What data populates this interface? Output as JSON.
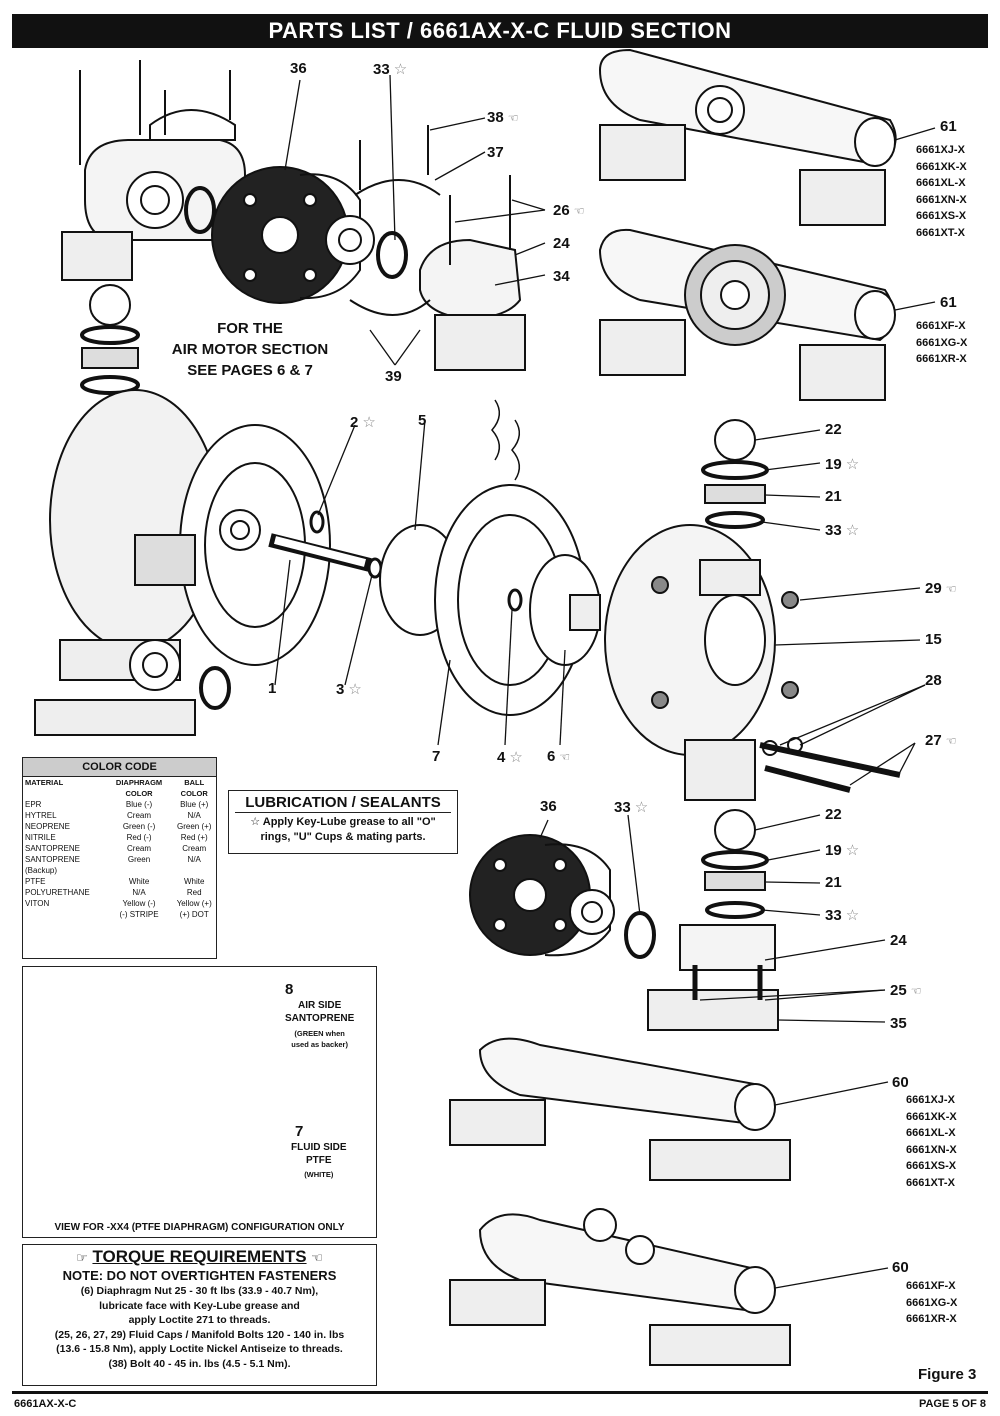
{
  "title": "PARTS LIST / 6661AX-X-C FLUID SECTION",
  "callouts": [
    {
      "id": "36a",
      "num": "36",
      "star": false,
      "tool": false
    },
    {
      "id": "33a",
      "num": "33",
      "star": true,
      "tool": false
    },
    {
      "id": "38",
      "num": "38",
      "star": false,
      "tool": true
    },
    {
      "id": "37",
      "num": "37",
      "star": false,
      "tool": false
    },
    {
      "id": "26",
      "num": "26",
      "star": false,
      "tool": true
    },
    {
      "id": "24a",
      "num": "24",
      "star": false,
      "tool": false
    },
    {
      "id": "34",
      "num": "34",
      "star": false,
      "tool": false
    },
    {
      "id": "39",
      "num": "39",
      "star": false,
      "tool": false
    },
    {
      "id": "61a",
      "num": "61",
      "star": false,
      "tool": false
    },
    {
      "id": "61b",
      "num": "61",
      "star": false,
      "tool": false
    },
    {
      "id": "2",
      "num": "2",
      "star": true,
      "tool": false
    },
    {
      "id": "5",
      "num": "5",
      "star": false,
      "tool": false
    },
    {
      "id": "1",
      "num": "1",
      "star": false,
      "tool": false
    },
    {
      "id": "3",
      "num": "3",
      "star": true,
      "tool": false
    },
    {
      "id": "7a",
      "num": "7",
      "star": false,
      "tool": false
    },
    {
      "id": "4",
      "num": "4",
      "star": true,
      "tool": false
    },
    {
      "id": "6",
      "num": "6",
      "star": false,
      "tool": true
    },
    {
      "id": "22a",
      "num": "22",
      "star": false,
      "tool": false
    },
    {
      "id": "19a",
      "num": "19",
      "star": true,
      "tool": false
    },
    {
      "id": "21a",
      "num": "21",
      "star": false,
      "tool": false
    },
    {
      "id": "33b",
      "num": "33",
      "star": true,
      "tool": false
    },
    {
      "id": "29",
      "num": "29",
      "star": false,
      "tool": true
    },
    {
      "id": "15",
      "num": "15",
      "star": false,
      "tool": false
    },
    {
      "id": "28",
      "num": "28",
      "star": false,
      "tool": false
    },
    {
      "id": "27",
      "num": "27",
      "star": false,
      "tool": true
    },
    {
      "id": "36b",
      "num": "36",
      "star": false,
      "tool": false
    },
    {
      "id": "33c",
      "num": "33",
      "star": true,
      "tool": false
    },
    {
      "id": "22b",
      "num": "22",
      "star": false,
      "tool": false
    },
    {
      "id": "19b",
      "num": "19",
      "star": true,
      "tool": false
    },
    {
      "id": "21b",
      "num": "21",
      "star": false,
      "tool": false
    },
    {
      "id": "33d",
      "num": "33",
      "star": true,
      "tool": false
    },
    {
      "id": "24b",
      "num": "24",
      "star": false,
      "tool": false
    },
    {
      "id": "25",
      "num": "25",
      "star": false,
      "tool": true
    },
    {
      "id": "35",
      "num": "35",
      "star": false,
      "tool": false
    },
    {
      "id": "60a",
      "num": "60",
      "star": false,
      "tool": false
    },
    {
      "id": "60b",
      "num": "60",
      "star": false,
      "tool": false
    },
    {
      "id": "8",
      "num": "8",
      "star": false,
      "tool": false
    },
    {
      "id": "7b",
      "num": "7",
      "star": false,
      "tool": false
    }
  ],
  "model_lists": {
    "top_61a": [
      "6661XJ-X",
      "6661XK-X",
      "6661XL-X",
      "6661XN-X",
      "6661XS-X",
      "6661XT-X"
    ],
    "top_61b": [
      "6661XF-X",
      "6661XG-X",
      "6661XR-X"
    ],
    "bottom_60a": [
      "6661XJ-X",
      "6661XK-X",
      "6661XL-X",
      "6661XN-X",
      "6661XS-X",
      "6661XT-X"
    ],
    "bottom_60b": [
      "6661XF-X",
      "6661XG-X",
      "6661XR-X"
    ]
  },
  "air_motor_note": [
    "FOR THE",
    "AIR MOTOR SECTION",
    "SEE PAGES 6 & 7"
  ],
  "color_code": {
    "title": "COLOR CODE",
    "headers": [
      "MATERIAL",
      "DIAPHRAGM COLOR",
      "BALL COLOR"
    ],
    "rows": [
      [
        "EPR",
        "Blue (-)",
        "Blue (+)"
      ],
      [
        "HYTREL",
        "Cream",
        "N/A"
      ],
      [
        "NEOPRENE",
        "Green (-)",
        "Green (+)"
      ],
      [
        "NITRILE",
        "Red (-)",
        "Red (+)"
      ],
      [
        "SANTOPRENE",
        "Cream",
        "Cream"
      ],
      [
        "SANTOPRENE (Backup)",
        "Green",
        "N/A"
      ],
      [
        "PTFE",
        "White",
        "White"
      ],
      [
        "POLYURETHANE",
        "N/A",
        "Red"
      ],
      [
        "VITON",
        "Yellow (-)",
        "Yellow (+)"
      ],
      [
        "",
        "(-) STRIPE",
        "(+) DOT"
      ]
    ]
  },
  "lubrication": {
    "title": "LUBRICATION / SEALANTS",
    "star": "☆",
    "lines": [
      "Apply Key-Lube grease to all \"O\"",
      "rings, \"U\" Cups & mating parts."
    ]
  },
  "view_box": {
    "air_side": [
      "AIR SIDE",
      "SANTOPRENE"
    ],
    "air_side_note": [
      "(GREEN when",
      "used as backer)"
    ],
    "fluid_side": [
      "FLUID SIDE",
      "PTFE"
    ],
    "fluid_side_note": "(WHITE)",
    "caption": "VIEW FOR -XX4 (PTFE DIAPHRAGM) CONFIGURATION ONLY"
  },
  "torque": {
    "title": "TORQUE REQUIREMENTS",
    "note": "NOTE: DO NOT OVERTIGHTEN FASTENERS",
    "lines": [
      "(6) Diaphragm Nut 25 - 30 ft lbs (33.9 - 40.7 Nm),",
      "lubricate face with Key-Lube grease and",
      "apply Loctite 271 to threads.",
      "(25, 26, 27, 29) Fluid Caps / Manifold Bolts 120 - 140 in. lbs",
      "(13.6 - 15.8 Nm), apply Loctite Nickel Antiseize to threads.",
      "(38) Bolt 40 - 45 in. lbs (4.5 - 5.1 Nm)."
    ]
  },
  "figure_label": "Figure 3",
  "footer": {
    "left": "6661AX-X-C",
    "right": "PAGE  5 OF 8"
  }
}
